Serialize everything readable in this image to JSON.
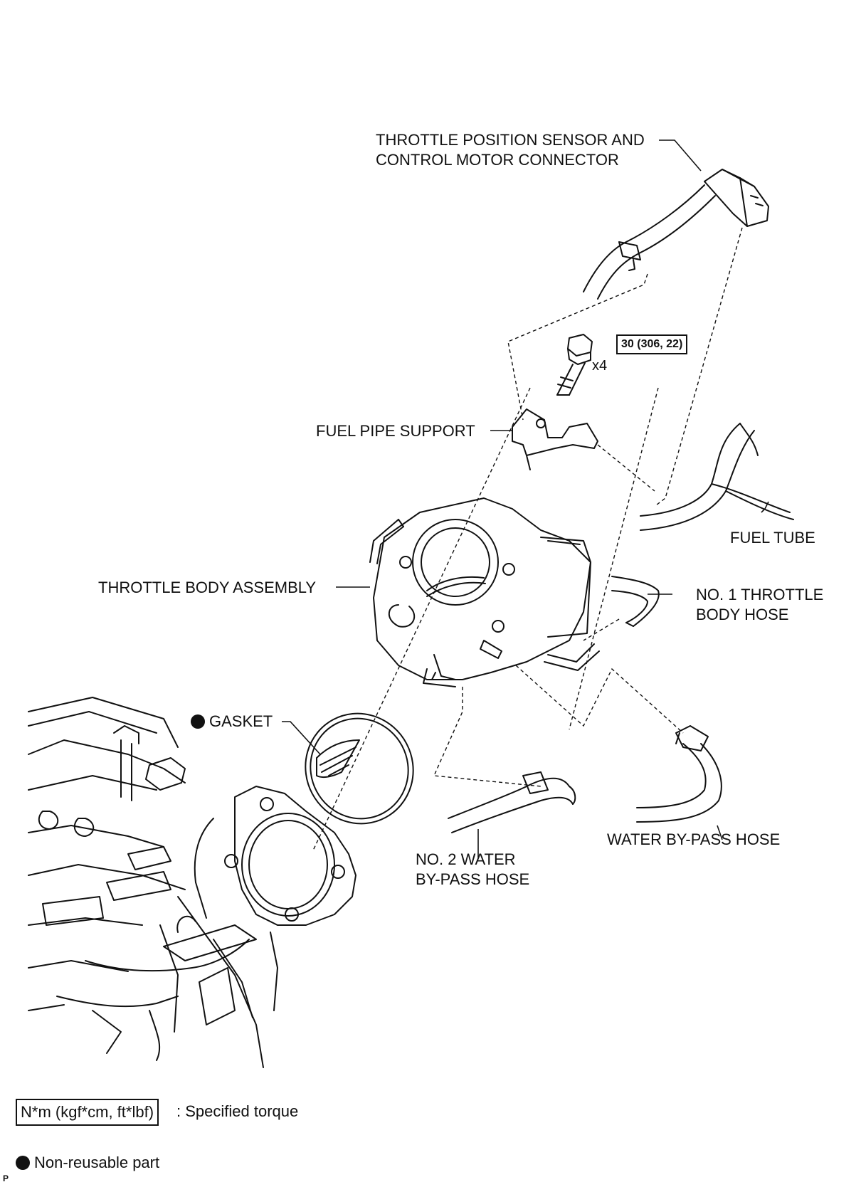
{
  "labels": {
    "sensor_connector_line1": "THROTTLE POSITION SENSOR AND",
    "sensor_connector_line2": "CONTROL MOTOR CONNECTOR",
    "torque_value": "30 (306, 22)",
    "bolt_quantity": "x4",
    "fuel_pipe_support": "FUEL PIPE SUPPORT",
    "fuel_tube": "FUEL TUBE",
    "throttle_body_assembly": "THROTTLE BODY ASSEMBLY",
    "no1_hose_line1": "NO. 1 THROTTLE",
    "no1_hose_line2": "BODY HOSE",
    "gasket": "GASKET",
    "no2_hose_line1": "NO. 2 WATER",
    "no2_hose_line2": "BY-PASS HOSE",
    "water_bypass_hose": "WATER BY-PASS HOSE"
  },
  "legend": {
    "torque_units": "N*m (kgf*cm, ft*lbf)",
    "torque_desc": ": Specified torque",
    "nonreusable_desc": "Non-reusable part"
  },
  "footer_mark": "P"
}
